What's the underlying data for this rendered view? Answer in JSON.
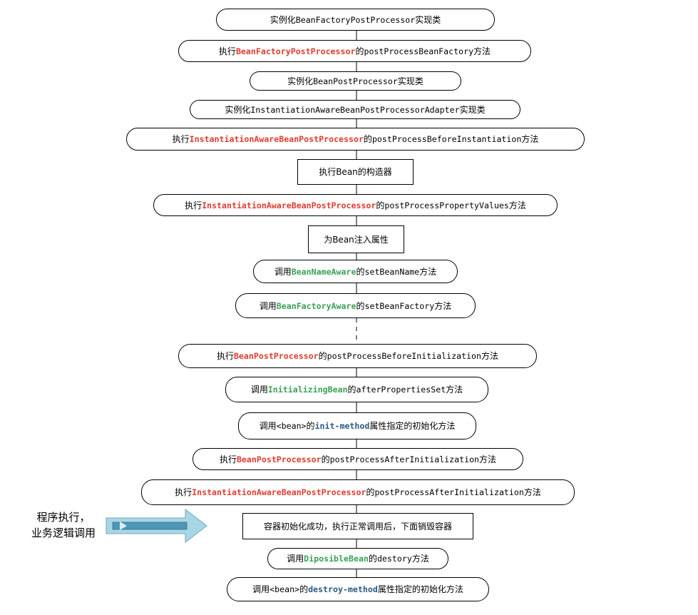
{
  "steps": [
    {
      "shape": "pill",
      "parts": [
        {
          "t": "实例化"
        },
        {
          "t": "BeanFactoryPostProcessor",
          "c": "mono"
        },
        {
          "t": "实现类"
        }
      ]
    },
    {
      "shape": "pill",
      "parts": [
        {
          "t": "执行"
        },
        {
          "t": "BeanFactoryPostProcessor",
          "c": "mono red"
        },
        {
          "t": "的"
        },
        {
          "t": "postProcessBeanFactory",
          "c": "mono"
        },
        {
          "t": "方法"
        }
      ]
    },
    {
      "shape": "pill",
      "parts": [
        {
          "t": "实例化"
        },
        {
          "t": "BeanPostProcessor",
          "c": "mono"
        },
        {
          "t": "实现类"
        }
      ]
    },
    {
      "shape": "pill",
      "parts": [
        {
          "t": "实例化"
        },
        {
          "t": "InstantiationAwareBeanPostProcessorAdapter",
          "c": "mono"
        },
        {
          "t": "实现类"
        }
      ]
    },
    {
      "shape": "pill",
      "parts": [
        {
          "t": "执行"
        },
        {
          "t": "InstantiationAwareBeanPostProcessor",
          "c": "mono red"
        },
        {
          "t": "的"
        },
        {
          "t": "postProcessBeforeInstantiation",
          "c": "mono"
        },
        {
          "t": "方法"
        }
      ]
    },
    {
      "shape": "rect",
      "parts": [
        {
          "t": "执行Bean的构造器"
        }
      ]
    },
    {
      "shape": "pill",
      "parts": [
        {
          "t": "执行"
        },
        {
          "t": "InstantiationAwareBeanPostProcessor",
          "c": "mono red"
        },
        {
          "t": "的"
        },
        {
          "t": "postProcessPropertyValues",
          "c": "mono"
        },
        {
          "t": "方法"
        }
      ]
    },
    {
      "shape": "rect",
      "parts": [
        {
          "t": "为Bean注入属性"
        }
      ]
    },
    {
      "shape": "pill",
      "parts": [
        {
          "t": "调用"
        },
        {
          "t": "BeanNameAware",
          "c": "mono green"
        },
        {
          "t": "的"
        },
        {
          "t": "setBeanName",
          "c": "mono"
        },
        {
          "t": "方法"
        }
      ]
    },
    {
      "shape": "pill",
      "parts": [
        {
          "t": "调用"
        },
        {
          "t": "BeanFactoryAware",
          "c": "mono green"
        },
        {
          "t": "的"
        },
        {
          "t": "setBeanFactory",
          "c": "mono"
        },
        {
          "t": "方法"
        }
      ]
    },
    {
      "shape": "pill",
      "parts": [
        {
          "t": "执行"
        },
        {
          "t": "BeanPostProcessor",
          "c": "mono red"
        },
        {
          "t": "的"
        },
        {
          "t": "postProcessBeforeInitialization",
          "c": "mono"
        },
        {
          "t": "方法"
        }
      ]
    },
    {
      "shape": "pill",
      "parts": [
        {
          "t": "调用"
        },
        {
          "t": "InitializingBean",
          "c": "mono green"
        },
        {
          "t": "的"
        },
        {
          "t": "afterPropertiesSet",
          "c": "mono"
        },
        {
          "t": "方法"
        }
      ]
    },
    {
      "shape": "pill",
      "parts": [
        {
          "t": "调用"
        },
        {
          "t": "<bean>",
          "c": "mono"
        },
        {
          "t": "的"
        },
        {
          "t": "init-method",
          "c": "mono blue"
        },
        {
          "t": "属性指定的初始化方法"
        }
      ]
    },
    {
      "shape": "pill",
      "parts": [
        {
          "t": "执行"
        },
        {
          "t": "BeanPostProcessor",
          "c": "mono red"
        },
        {
          "t": "的"
        },
        {
          "t": "postProcessAfterInitialization",
          "c": "mono"
        },
        {
          "t": "方法"
        }
      ]
    },
    {
      "shape": "pill",
      "parts": [
        {
          "t": "执行"
        },
        {
          "t": "InstantiationAwareBeanPostProcessor",
          "c": "mono red"
        },
        {
          "t": "的"
        },
        {
          "t": "postProcessAfterInitialization",
          "c": "mono"
        },
        {
          "t": "方法"
        }
      ]
    },
    {
      "shape": "rect",
      "parts": [
        {
          "t": "容器初始化成功，执行正常调用后，下面销毁容器"
        }
      ]
    },
    {
      "shape": "pill",
      "parts": [
        {
          "t": "调用"
        },
        {
          "t": "DiposibleBean",
          "c": "mono green"
        },
        {
          "t": "的"
        },
        {
          "t": "destory",
          "c": "mono"
        },
        {
          "t": "方法"
        }
      ]
    },
    {
      "shape": "pill",
      "parts": [
        {
          "t": "调用"
        },
        {
          "t": "<bean>",
          "c": "mono"
        },
        {
          "t": "的"
        },
        {
          "t": "destroy-method",
          "c": "mono blue"
        },
        {
          "t": "属性指定的初始化方法"
        }
      ]
    }
  ],
  "side_note": {
    "line1": "程序执行，",
    "line2": "业务逻辑调用"
  },
  "colors": {
    "red": "#e03c31",
    "green": "#3aa255",
    "blue": "#2b5b84",
    "arrow_fill": "#a9d6e4",
    "arrow_inner": "#4e96b4"
  }
}
